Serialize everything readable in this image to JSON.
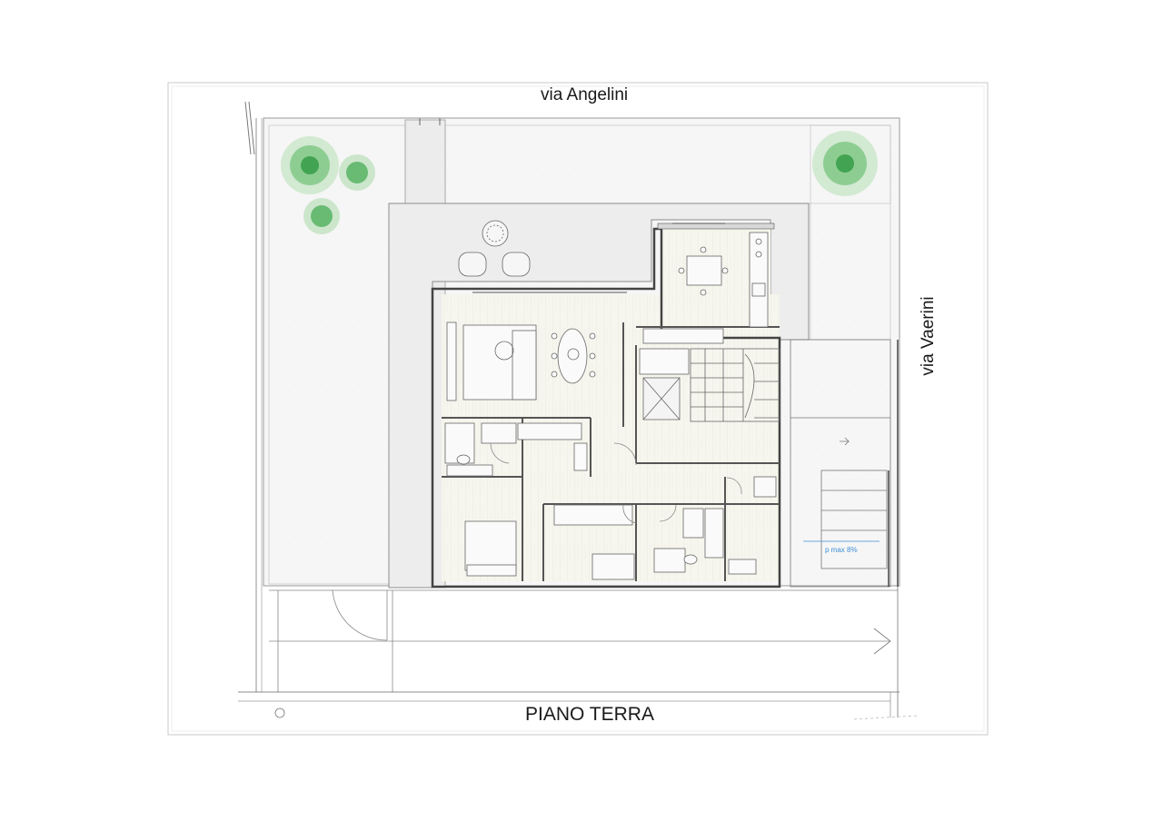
{
  "labels": {
    "street_north": "via Angelini",
    "street_east": "via Vaerini",
    "floor_title": "PIANO TERRA",
    "ramp_slope": "p max 8%"
  },
  "colors": {
    "paving": "#f0f0f0",
    "wall": "#e6e6e6",
    "floor_wood": "#f7f6ef",
    "garden": "#f5f5f5",
    "tree": "#3fae4f",
    "ink": "#555555",
    "slope_text": "#3f8fd6"
  },
  "icons": {
    "tree": "palm-tree-icon",
    "room_furniture": "furniture-symbols"
  }
}
